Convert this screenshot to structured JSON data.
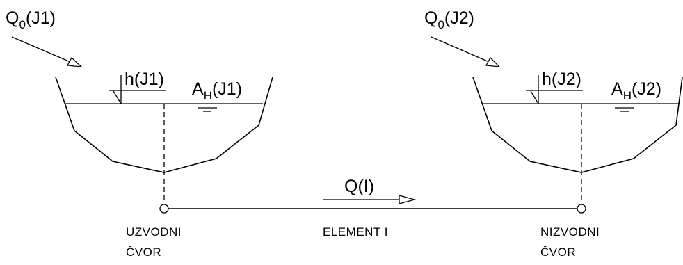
{
  "upstream": {
    "inflow": {
      "main": "Q",
      "sub": "0",
      "tail": "(J1)"
    },
    "depth": "h(J1)",
    "area": {
      "main": "A",
      "sub": "H",
      "tail": "(J1)"
    },
    "caption_line1": "UZVODNI",
    "caption_line2": "ČVOR"
  },
  "downstream": {
    "inflow": {
      "main": "Q",
      "sub": "0",
      "tail": "(J2)"
    },
    "depth": "h(J2)",
    "area": {
      "main": "A",
      "sub": "H",
      "tail": "(J2)"
    },
    "caption_line1": "NIZVODNI",
    "caption_line2": "ČVOR"
  },
  "link": {
    "flow": "Q(I)",
    "caption": "ELEMENT I"
  }
}
